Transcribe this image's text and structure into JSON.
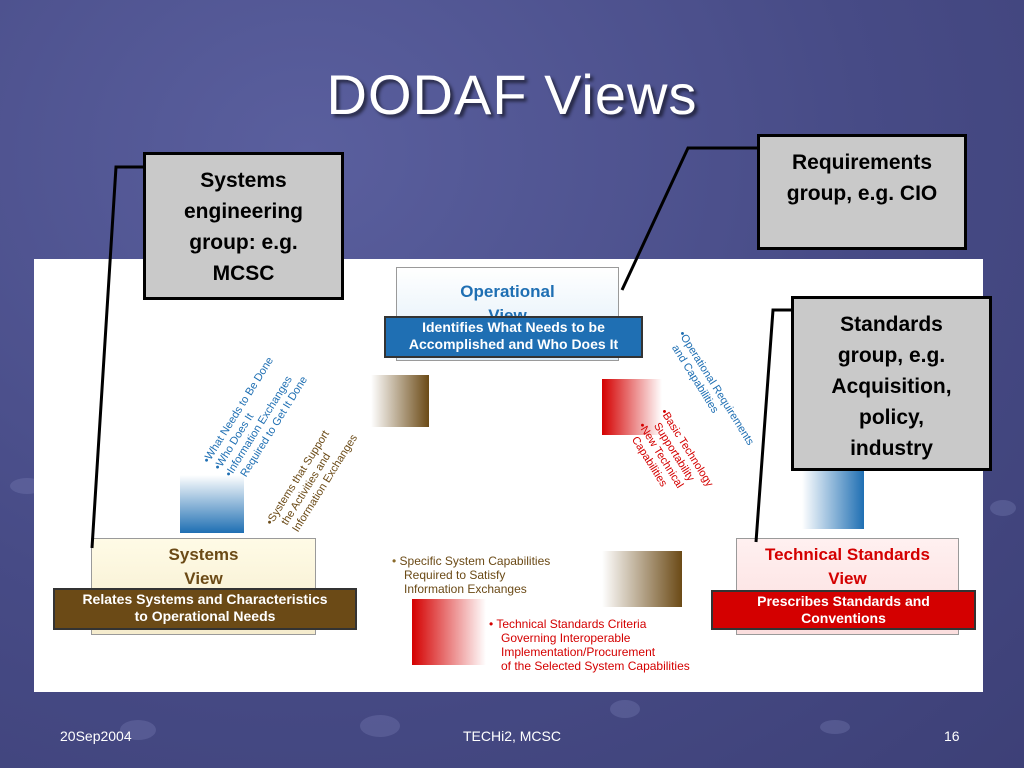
{
  "slide": {
    "title": "DODAF Views",
    "footer_left": "20Sep2004",
    "footer_center": "TECHi2,  MCSC",
    "footer_right": "16"
  },
  "callouts": {
    "systems": [
      "Systems",
      "engineering",
      "group: e.g.",
      "MCSC"
    ],
    "requirements": [
      "Requirements",
      "group, e.g. CIO"
    ],
    "standards": [
      "Standards",
      "group, e.g.",
      "Acquisition,",
      "policy,",
      "industry"
    ]
  },
  "views": {
    "operational": {
      "title": [
        "Operational",
        "View"
      ],
      "banner": [
        "Identifies What Needs to be",
        "Accomplished and Who Does It"
      ]
    },
    "systems": {
      "title": [
        "Systems",
        "View"
      ],
      "banner": [
        "Relates Systems and Characteristics",
        "to Operational Needs"
      ]
    },
    "technical": {
      "title": [
        "Technical Standards",
        "View"
      ],
      "banner": [
        "Prescribes Standards and",
        "Conventions"
      ]
    }
  },
  "arrow_labels": {
    "op_to_sys": [
      "What Needs to Be Done",
      "Who Does It",
      "Information Exchanges",
      "Required to Get It Done"
    ],
    "sys_to_op": [
      "Systems that Support",
      "the Activities and",
      "Information Exchanges"
    ],
    "op_to_tech": [
      "Operational Requirements",
      "and Capabilities"
    ],
    "tech_to_op": [
      "Basic Technology",
      "Supportability",
      "New Technical",
      "Capabilities"
    ]
  },
  "bottom_captions": {
    "sys_capabilities": [
      "Specific System Capabilities",
      "Required  to Satisfy",
      "Information Exchanges"
    ],
    "tech_criteria": [
      "Technical Standards Criteria",
      "Governing Interoperable",
      "Implementation/Procurement",
      "of the Selected System Capabilities"
    ]
  },
  "colors": {
    "background": "#474b86",
    "operational_blue": "#1f6fb3",
    "systems_brown": "#6b4a16",
    "technical_red": "#d40000",
    "callout_gray": "#c9c9c9"
  }
}
